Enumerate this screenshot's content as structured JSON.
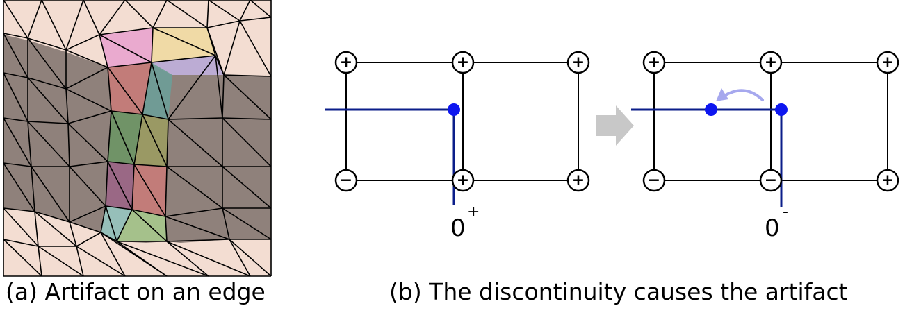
{
  "panel_a": {
    "caption": "(a) Artifact on an edge",
    "colors": {
      "background_skin": "#f3ddd2",
      "mesh_band": "#8f817b",
      "mesh_line": "#000000",
      "pink": "#e9a6cf",
      "yellow": "#efd9a3",
      "lavender": "#b8a9d4",
      "red": "#c57b79",
      "teal": "#6f9c97",
      "green": "#6f9466",
      "olive": "#9b9a63",
      "purple": "#9b6686",
      "light_teal": "#97c2bd",
      "light_green": "#a6c48c"
    }
  },
  "panel_b": {
    "caption": "(b) The discontinuity causes the artifact",
    "colors": {
      "grid_line": "#000000",
      "contour": "#0b1e8a",
      "vertex": "#0d16f0",
      "move_arrow": "#a6a8ee",
      "transition_arrow": "#c8c8c8"
    },
    "left": {
      "signs": {
        "top_left": "+",
        "top_mid": "+",
        "top_right": "+",
        "bottom_left": "−",
        "bottom_mid": "+",
        "bottom_right": "+"
      },
      "label": "0",
      "label_sup": "+"
    },
    "right": {
      "signs": {
        "top_left": "+",
        "top_mid": "+",
        "top_right": "+",
        "bottom_left": "−",
        "bottom_mid": "−",
        "bottom_right": "+"
      },
      "label": "0",
      "label_sup": "-"
    }
  }
}
